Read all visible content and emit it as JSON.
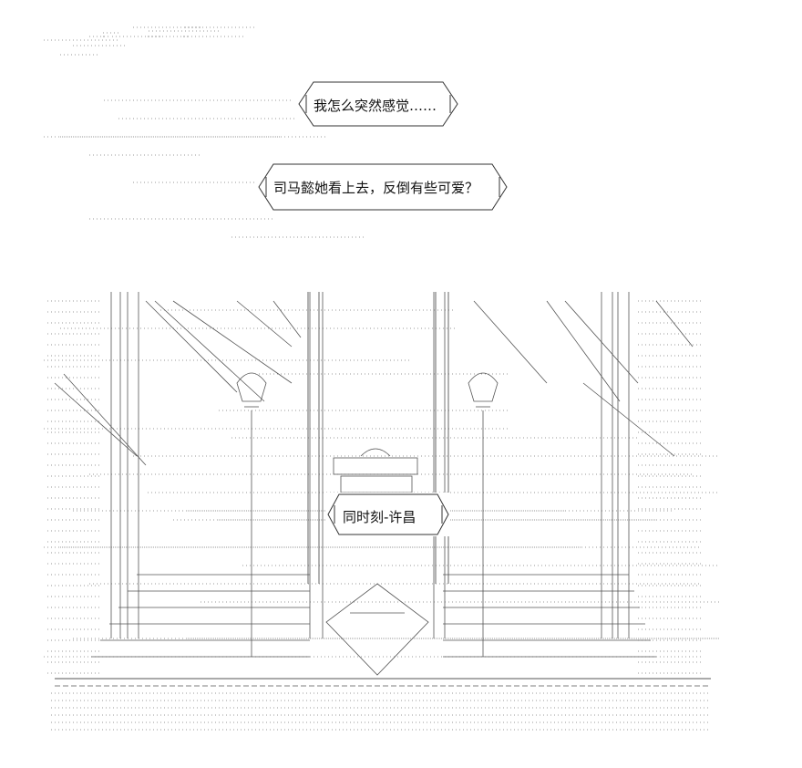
{
  "speech": {
    "line1": "我怎么突然感觉……",
    "line2": "司马懿她看上去，反倒有些可爱？"
  },
  "caption": {
    "text": "同时刻-许昌"
  },
  "illustration": {
    "style": "ascii-art",
    "subject": "palace-hall-interior",
    "line_color": "#555555",
    "dot_color": "#9a9a9a",
    "background": "#ffffff"
  }
}
